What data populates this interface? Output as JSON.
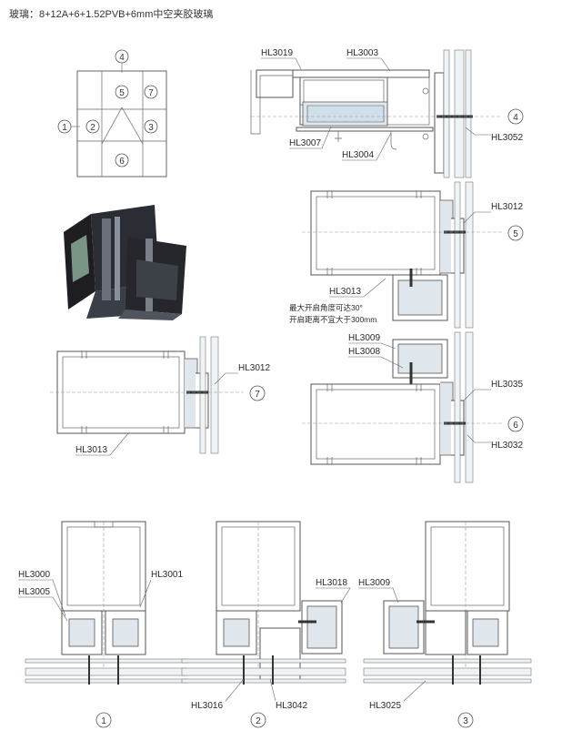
{
  "header": {
    "glass_spec": "玻璃：8+12A+6+1.52PVB+6mm中空夹胶玻璃"
  },
  "elevation": {
    "markers": [
      "1",
      "2",
      "3",
      "4",
      "5",
      "6",
      "7"
    ]
  },
  "labels": {
    "hl3019": "HL3019",
    "hl3003": "HL3003",
    "hl3007": "HL3007",
    "hl3004": "HL3004",
    "hl3052": "HL3052",
    "hl3012a": "HL3012",
    "hl3013a": "HL3013",
    "hl3009a": "HL3009",
    "hl3008": "HL3008",
    "hl3035": "HL3035",
    "hl3032": "HL3032",
    "hl3012b": "HL3012",
    "hl3013b": "HL3013",
    "hl3000": "HL3000",
    "hl3005": "HL3005",
    "hl3001": "HL3001",
    "hl3018": "HL3018",
    "hl3016": "HL3016",
    "hl3042": "HL3042",
    "hl3009b": "HL3009",
    "hl3025": "HL3025"
  },
  "notes": {
    "max_angle": "最大开启角度可达30°",
    "max_distance": "开启距离不宜大于300mm"
  },
  "section_markers": {
    "s4": "4",
    "s5": "5",
    "s6": "6",
    "s7": "7",
    "b1": "1",
    "b2": "2",
    "b3": "3"
  },
  "colors": {
    "line": "#555555",
    "profile_fill": "#dfe6ec",
    "glass": "#eef3f6"
  }
}
